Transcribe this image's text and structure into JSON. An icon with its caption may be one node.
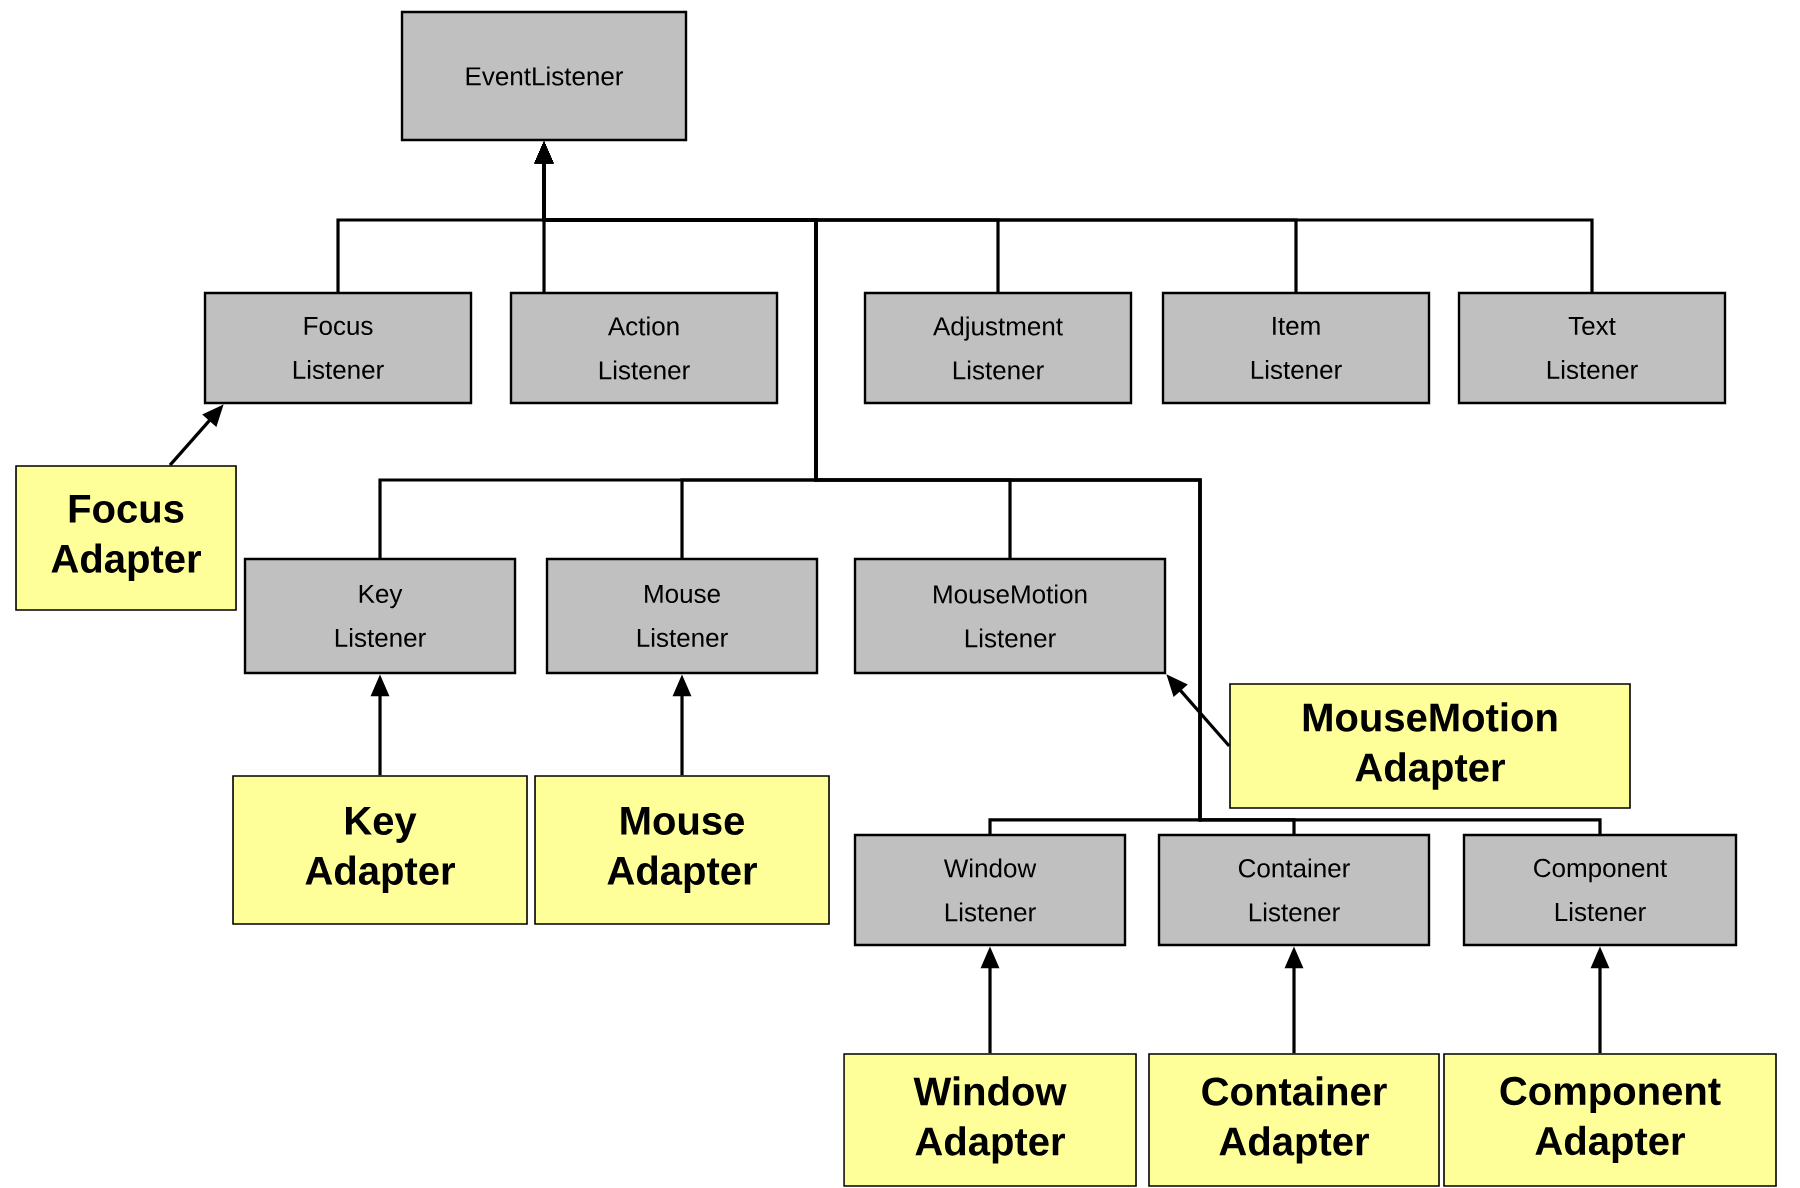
{
  "diagram": {
    "nodes": [
      {
        "text": [
          "EventListener"
        ]
      },
      {
        "text": [
          "Focus Listener"
        ]
      },
      {
        "text": [
          "Action Listener"
        ]
      },
      {
        "text": [
          "Adjustment Listener"
        ]
      },
      {
        "text": [
          "Item Listener"
        ]
      },
      {
        "text": [
          "Text Listener"
        ]
      },
      {
        "text": [
          "Focus Adapter"
        ]
      },
      {
        "text": [
          "Key Listener"
        ]
      },
      {
        "text": [
          "Mouse Listener"
        ]
      },
      {
        "text": [
          "MouseMotion Listener"
        ]
      },
      {
        "text": [
          "Key Adapter"
        ]
      },
      {
        "text": [
          "Mouse Adapter"
        ]
      },
      {
        "text": [
          "MouseMotion Adapter"
        ]
      },
      {
        "text": [
          "Window Listener"
        ]
      },
      {
        "text": [
          "Container Listener"
        ]
      },
      {
        "text": [
          "Component Listener"
        ]
      },
      {
        "text": [
          "Window Adapter"
        ]
      },
      {
        "text": [
          "Container Adapter"
        ]
      },
      {
        "text": [
          "Component Adapter"
        ]
      }
    ],
    "edges": [
      {
        "from": 1,
        "to": 0,
        "arrow": "to"
      },
      {
        "from": 2,
        "to": 0,
        "arrow": "to"
      },
      {
        "from": 3,
        "to": 0,
        "arrow": "to"
      },
      {
        "from": 4,
        "to": 0,
        "arrow": "to"
      },
      {
        "from": 5,
        "to": 0,
        "arrow": "to"
      },
      {
        "from": 7,
        "to": 0,
        "arrow": "to"
      },
      {
        "from": 8,
        "to": 0,
        "arrow": "to"
      },
      {
        "from": 9,
        "to": 0,
        "arrow": "to"
      },
      {
        "from": 13,
        "to": 0,
        "arrow": "to"
      },
      {
        "from": 14,
        "to": 0,
        "arrow": "to"
      },
      {
        "from": 15,
        "to": 0,
        "arrow": "to"
      },
      {
        "from": 6,
        "to": 1,
        "arrow": "to"
      },
      {
        "from": 10,
        "to": 7,
        "arrow": "to"
      },
      {
        "from": 11,
        "to": 8,
        "arrow": "to"
      },
      {
        "from": 12,
        "to": 9,
        "arrow": "to"
      },
      {
        "from": 16,
        "to": 13,
        "arrow": "to"
      },
      {
        "from": 17,
        "to": 14,
        "arrow": "to"
      },
      {
        "from": 18,
        "to": 15,
        "arrow": "to"
      }
    ]
  }
}
